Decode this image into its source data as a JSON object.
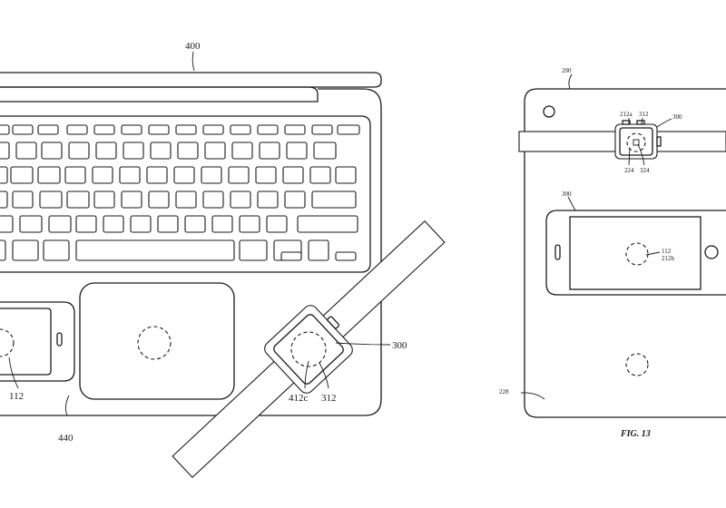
{
  "labels": {
    "laptop": "400",
    "laptop_base": "440",
    "phone_left": "112",
    "watch_left": "300",
    "watch_left_coil": "412c",
    "watch_left_sensor": "312",
    "pad": "200",
    "pad_surface": "228",
    "watch_right": "300",
    "watch_right_a": "212a",
    "watch_right_b": "312",
    "watch_right_c": "224",
    "watch_right_d": "324",
    "phone_right": "300",
    "phone_right_coil": "112",
    "phone_right_coil_b": "212b"
  },
  "caption": "FIG. 13"
}
